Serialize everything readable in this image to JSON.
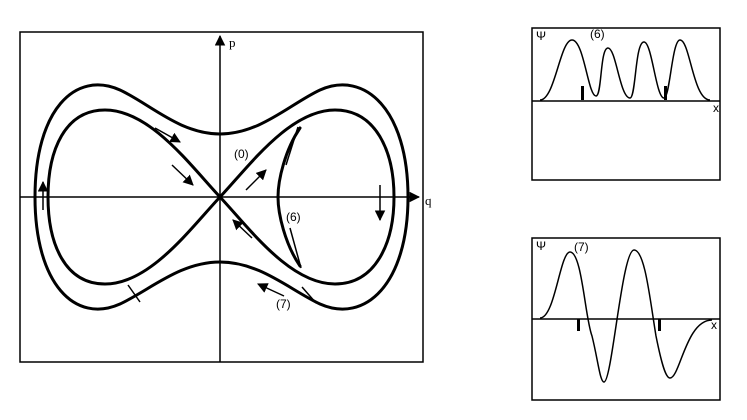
{
  "phase_plot": {
    "axis_p": "p",
    "axis_q": "q",
    "label_0": "(0)",
    "label_6": "(6)",
    "label_7": "(7)"
  },
  "wave_top": {
    "axis_psi": "Ψ",
    "axis_x": "x",
    "label": "(6)"
  },
  "wave_bottom": {
    "axis_psi": "Ψ",
    "axis_x": "x",
    "label": "(7)"
  }
}
